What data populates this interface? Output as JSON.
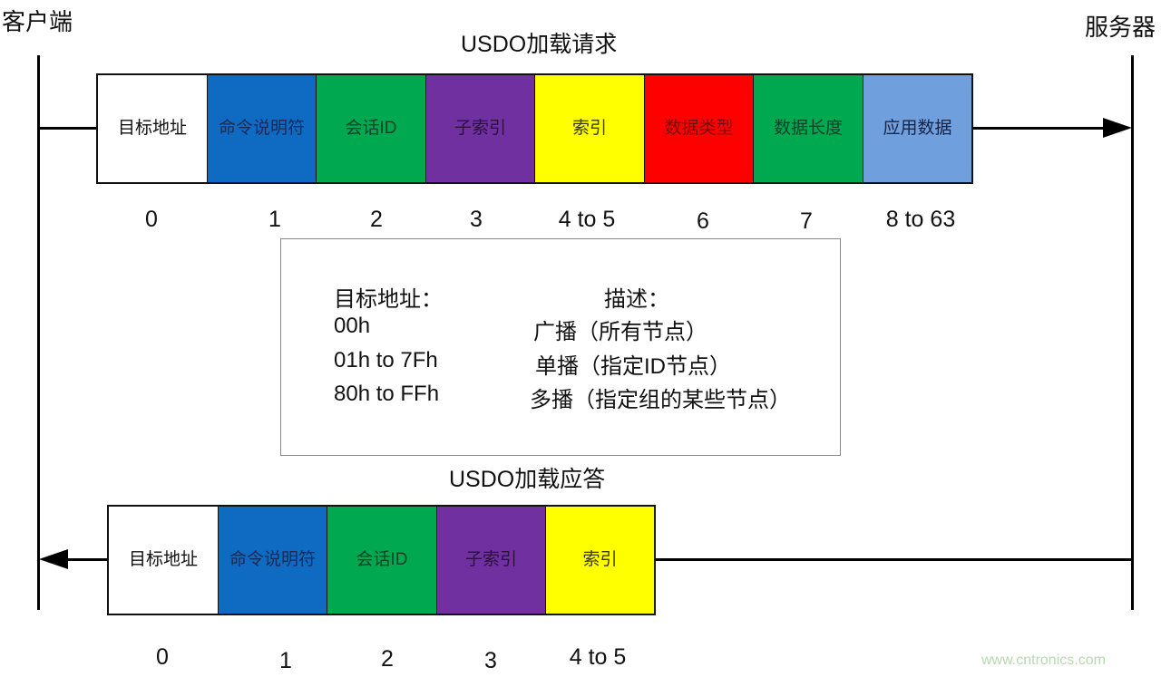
{
  "endpoints": {
    "client": "客户端",
    "server": "服务器"
  },
  "request": {
    "title": "USDO加载请求",
    "direction": "client-to-server",
    "fields": [
      {
        "label": "目标地址",
        "index": "0",
        "color": "#ffffff",
        "text_color": "#111111"
      },
      {
        "label": "命令说明符",
        "index": "1",
        "color": "#0f6bc1",
        "text_color": "#1a2a55"
      },
      {
        "label": "会话ID",
        "index": "2",
        "color": "#00a84f",
        "text_color": "#10402a"
      },
      {
        "label": "子索引",
        "index": "3",
        "color": "#7030a0",
        "text_color": "#2b1040"
      },
      {
        "label": "索引",
        "index": "4 to 5",
        "color": "#ffff00",
        "text_color": "#3a3a10"
      },
      {
        "label": "数据类型",
        "index": "6",
        "color": "#ff0000",
        "text_color": "#6a1010"
      },
      {
        "label": "数据长度",
        "index": "7",
        "color": "#00a84f",
        "text_color": "#10402a"
      },
      {
        "label": "应用数据",
        "index": "8 to 63",
        "color": "#6f9fdc",
        "text_color": "#15254a"
      }
    ]
  },
  "response": {
    "title": "USDO加载应答",
    "direction": "server-to-client",
    "fields": [
      {
        "label": "目标地址",
        "index": "0",
        "color": "#ffffff",
        "text_color": "#111111"
      },
      {
        "label": "命令说明符",
        "index": "1",
        "color": "#0f6bc1",
        "text_color": "#1a2a55"
      },
      {
        "label": "会话ID",
        "index": "2",
        "color": "#00a84f",
        "text_color": "#10402a"
      },
      {
        "label": "子索引",
        "index": "3",
        "color": "#7030a0",
        "text_color": "#2b1040"
      },
      {
        "label": "索引",
        "index": "4 to 5",
        "color": "#ffff00",
        "text_color": "#3a3a10"
      }
    ]
  },
  "legend": {
    "header_address": "目标地址：",
    "header_description": "描述：",
    "rows": [
      {
        "address": "00h",
        "description": "广播（所有节点）"
      },
      {
        "address": "01h to 7Fh",
        "description": "单播（指定ID节点）"
      },
      {
        "address": "80h to FFh",
        "description": "多播（指定组的某些节点）"
      }
    ]
  },
  "watermark": "www.cntronics.com"
}
